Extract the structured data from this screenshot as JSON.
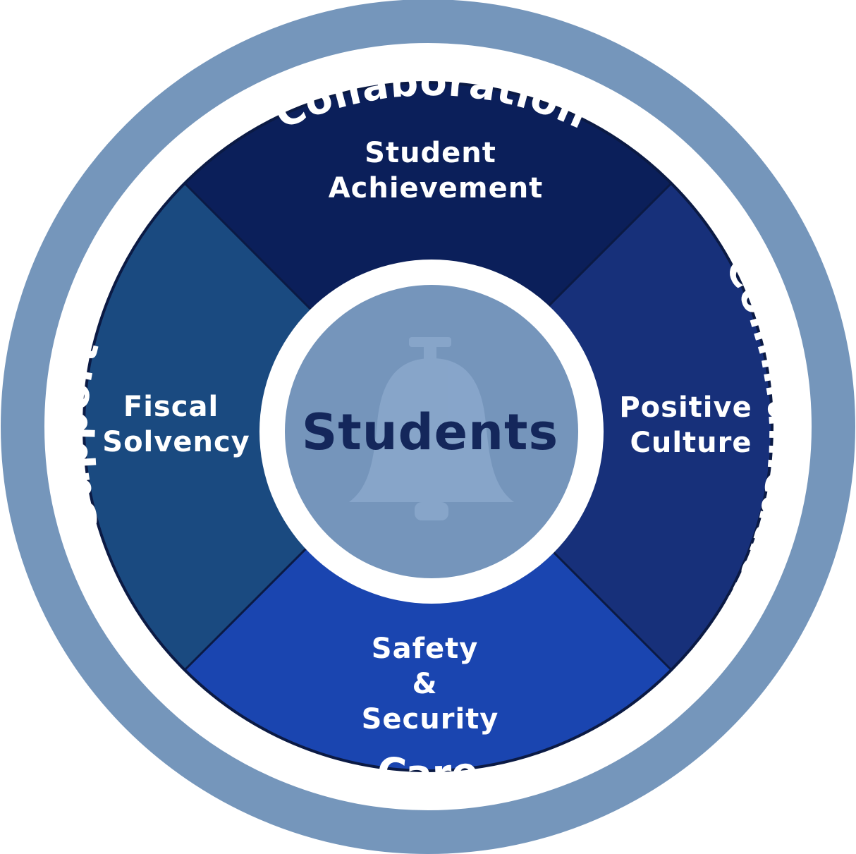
{
  "outer_ring": {
    "top": "Collaboration",
    "right": "Communication",
    "bottom": "Care",
    "left": "Support"
  },
  "quadrants": {
    "top": {
      "lines": [
        "Student",
        "Achievement"
      ]
    },
    "right": {
      "lines": [
        "Positive",
        "Culture"
      ]
    },
    "bottom": {
      "lines": [
        "Safety",
        "&",
        "Security"
      ]
    },
    "left": {
      "lines": [
        "Fiscal",
        "Solvency"
      ]
    }
  },
  "center": {
    "label": "Students",
    "icon": "bell-icon"
  },
  "colors": {
    "outer_ring": "#7596bb",
    "quadrant_top": "#0b1f5a",
    "quadrant_right": "#17307a",
    "quadrant_bottom": "#1a45b0",
    "quadrant_left": "#1a4a80",
    "center": "#7595bb",
    "center_text": "#14275b",
    "outline": "#0b1a44"
  }
}
